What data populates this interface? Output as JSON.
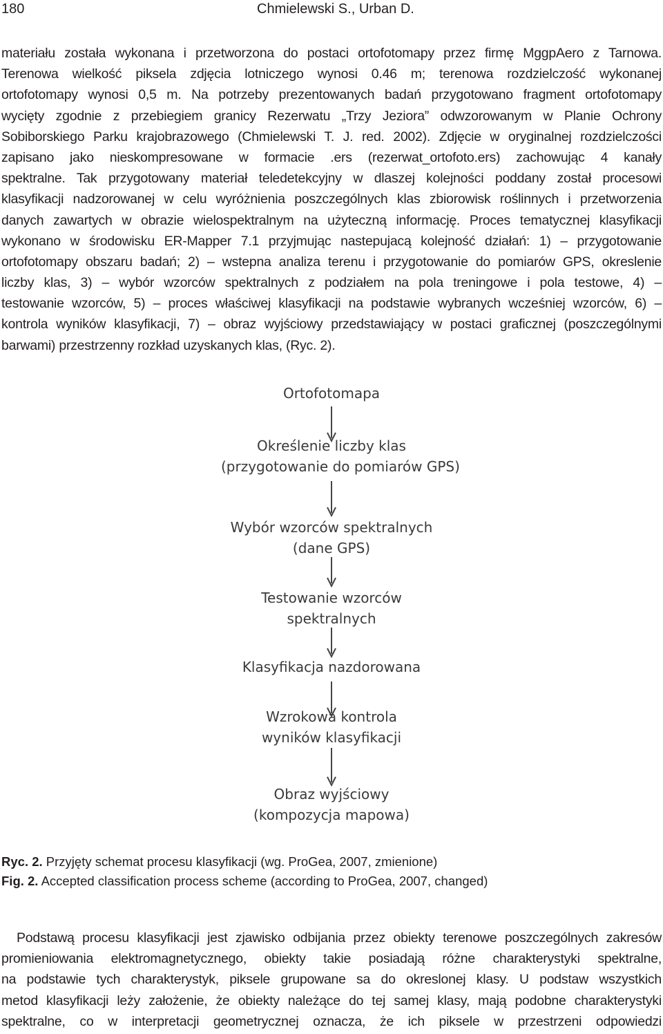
{
  "header": {
    "page_number": "180",
    "authors": "Chmielewski S., Urban D."
  },
  "paragraph1": [
    "materiału została wykonana i przetworzona do postaci ortofotomapy przez firmę MggpAero z Tarnowa.",
    "Terenowa wielkość piksela zdjęcia lotniczego wynosi 0.46 m; terenowa rozdzielczość wykonanej",
    "ortofotomapy wynosi 0,5 m. Na potrzeby prezentowanych badań przygotowano fragment ortofotomapy",
    "wycięty zgodnie z przebiegiem granicy Rezerwatu „Trzy Jeziora” odwzorowanym w Planie Ochrony",
    "Sobiborskiego Parku krajobrazowego (Chmielewski T. J. red. 2002). Zdjęcie w oryginalnej rozdzielczości",
    "zapisano jako nieskompresowane w formacie .ers (rezerwat_ortofoto.ers) zachowując 4 kanały",
    "spektralne. Tak przygotowany materiał teledetekcyjny w dlaszej kolejności poddany został procesowi",
    "klasyfikacji nadzorowanej w celu wyróżnienia poszczególnych klas zbiorowisk roślinnych i przetworzenia",
    "danych zawartych w obrazie wielospektralnym na użyteczną informację. Proces tematycznej klasyfikacji",
    "wykonano w środowisku ER-Mapper 7.1 przyjmując nastepujacą kolejność działań: 1) – przygotowanie",
    "ortofotomapy obszaru badań; 2) – wstepna analiza terenu i przygotowanie do pomiarów GPS, okreslenie",
    "liczby klas, 3) – wybór wzorców spektralnych z podziałem na pola treningowe i pola testowe, 4) –",
    "testowanie wzorców, 5) – proces właściwej klasyfikacji na podstawie wybranych wcześniej wzorców, 6) –",
    "kontrola wyników klasyfikacji, 7) – obraz wyjściowy przedstawiający w postaci graficznej (poszczególnymi",
    "barwami) przestrzenny rozkład uzyskanych klas, (Ryc. 2)."
  ],
  "flowchart": {
    "steps": [
      {
        "lines": [
          "Ortofotomapa"
        ]
      },
      {
        "lines": [
          "Określenie liczby klas",
          "(przygotowanie do pomiarów GPS)"
        ]
      },
      {
        "lines": [
          "Wybór wzorców spektralnych",
          "(dane GPS)"
        ]
      },
      {
        "lines": [
          "Testowanie wzorców",
          "spektralnych"
        ]
      },
      {
        "lines": [
          "Klasyfikacja nazdorowana"
        ]
      },
      {
        "lines": [
          "Wzrokowa kontrola",
          "wyników klasyfikacji"
        ]
      },
      {
        "lines": [
          "Obraz wyjściowy",
          "(kompozycja mapowa)"
        ]
      }
    ]
  },
  "captions": {
    "pl_label": "Ryc. 2.",
    "pl_text": " Przyjęty schemat procesu klasyfikacji (wg. ProGea, 2007, zmienione)",
    "en_label": "Fig. 2.",
    "en_text": " Accepted classification process scheme (according to ProGea, 2007, changed)"
  },
  "paragraph2": [
    "Podstawą procesu klasyfikacji jest zjawisko odbijania przez obiekty terenowe poszczególnych zakresów",
    "promieniowania elektromagnetycznego, obiekty takie posiadają różne charakterystyki spektralne,",
    "na podstawie tych charakterystyk, piksele grupowane sa do okreslonej klasy. U podstaw wszystkich",
    "metod klasyfikacji leży założenie, że obiekty należące do tej samej klasy, mają podobne charakterystyki",
    "spektralne, co w interpretacji geometrycznej oznacza, że ich piksele w przestrzeni odpowiedzi"
  ]
}
